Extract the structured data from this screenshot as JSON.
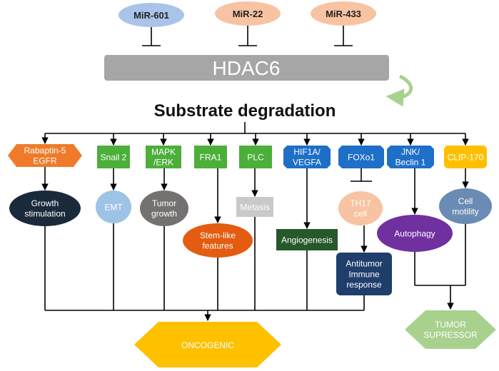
{
  "mirnas": [
    {
      "label": "MiR-601",
      "color": "#a9c4e8"
    },
    {
      "label": "MiR-22",
      "color": "#f8c3a2"
    },
    {
      "label": "MiR-433",
      "color": "#f8c3a2"
    }
  ],
  "hdac6": {
    "label": "HDAC6",
    "color": "#a6a6a6"
  },
  "substrate_title": "Substrate degradation",
  "substrates": [
    {
      "label": "Rabaptin-5\nEGFR",
      "color": "#ef7b2a",
      "text_color": "#ffffff",
      "shape": "hexagon"
    },
    {
      "label": "Snail 2",
      "color": "#4caf3a",
      "text_color": "#ffffff",
      "shape": "rect"
    },
    {
      "label": "MAPK\n/ERK",
      "color": "#4caf3a",
      "text_color": "#ffffff",
      "shape": "rect"
    },
    {
      "label": "FRA1",
      "color": "#4caf3a",
      "text_color": "#ffffff",
      "shape": "rect"
    },
    {
      "label": "PLC",
      "color": "#4caf3a",
      "text_color": "#ffffff",
      "shape": "rect"
    },
    {
      "label": "HIF1A/\nVEGFA",
      "color": "#1e6fc8",
      "text_color": "#ffffff",
      "shape": "banner"
    },
    {
      "label": "FOXo1",
      "color": "#1e6fc8",
      "text_color": "#ffffff",
      "shape": "banner"
    },
    {
      "label": "JNK/\nBeclin 1",
      "color": "#1e6fc8",
      "text_color": "#ffffff",
      "shape": "banner"
    },
    {
      "label": "CLIP-170",
      "color": "#ffc000",
      "text_color": "#ffffff",
      "shape": "roundrect"
    }
  ],
  "effects": [
    {
      "label": "Growth\nstimulation",
      "color": "#1b2a3a",
      "text_color": "#ffffff"
    },
    {
      "label": "EMT",
      "color": "#9dc3e6",
      "text_color": "#ffffff"
    },
    {
      "label": "Tumor\ngrowth",
      "color": "#767171",
      "text_color": "#ffffff"
    },
    {
      "label": "Stem-like\nfeatures",
      "color": "#e35c10",
      "text_color": "#ffffff"
    },
    {
      "label": "Metasis",
      "color": "#c9c9c9",
      "text_color": "#ffffff"
    },
    {
      "label": "Angiogenesis",
      "color": "#27582b",
      "text_color": "#ffffff"
    },
    {
      "label": "TH17\ncell",
      "color": "#f8c3a2",
      "text_color": "#ffffff"
    },
    {
      "label": "Antitumor\nImmune\nresponse",
      "color": "#1f3e6b",
      "text_color": "#ffffff"
    },
    {
      "label": "Autophagy",
      "color": "#7030a0",
      "text_color": "#ffffff"
    },
    {
      "label": "Cell\nmotility",
      "color": "#6a8bb3",
      "text_color": "#ffffff"
    }
  ],
  "outcomes": {
    "oncogenic": {
      "label": "ONCOGENIC",
      "color": "#ffc000",
      "text_color": "#ffffff"
    },
    "suppressor": {
      "label": "TUMOR\nSUPRESSOR",
      "color": "#a9d18e",
      "text_color": "#ffffff"
    }
  },
  "arrow_color": "#000000",
  "recycle_arrow_color": "#a9d18e"
}
